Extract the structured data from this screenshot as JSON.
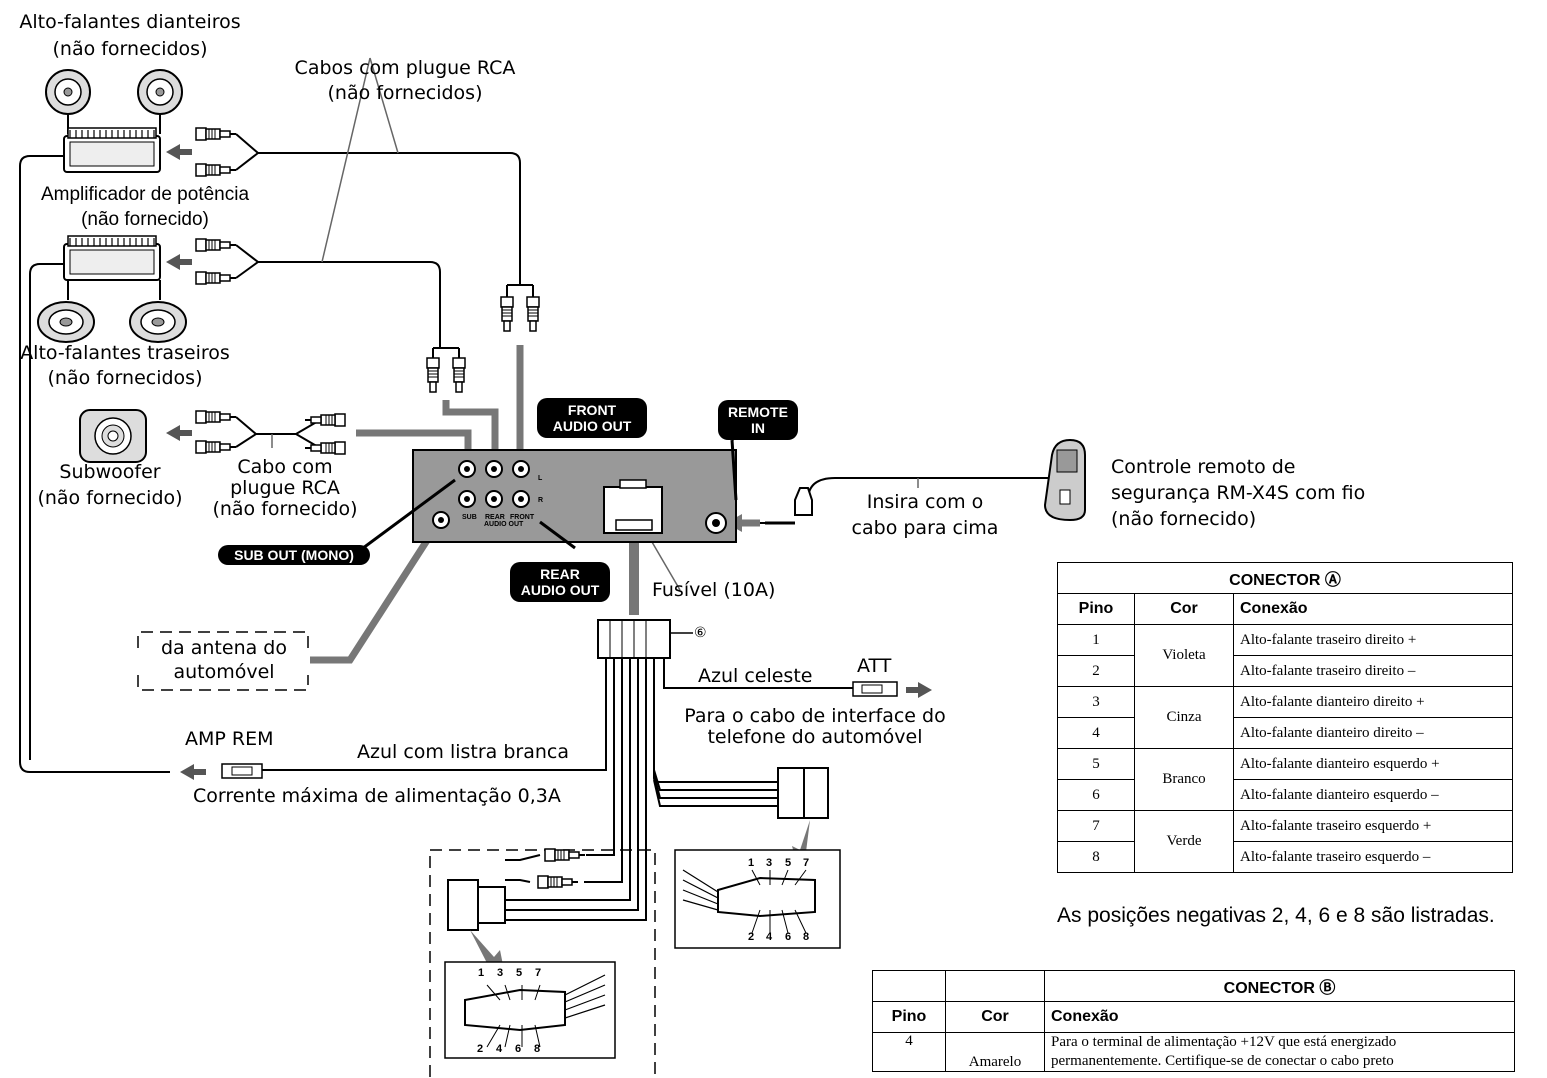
{
  "labels": {
    "front_speakers": "Alto-falantes dianteiros",
    "front_speakers_note": "(não fornecidos)",
    "rca_cables": "Cabos com plugue RCA",
    "rca_cables_note": "(não fornecidos)",
    "power_amp": "Amplificador de potência",
    "power_amp_note": "(não fornecido)",
    "rear_speakers": "Alto-falantes traseiros",
    "rear_speakers_note": "(não fornecidos)",
    "subwoofer": "Subwoofer",
    "subwoofer_note": "(não fornecido)",
    "rca_cable_1": "Cabo com",
    "rca_cable_2": "plugue RCA",
    "rca_cable_3": "(não fornecido)",
    "antenna_1": "da antena do",
    "antenna_2": "automóvel",
    "amp_rem": "AMP REM",
    "blue_white": "Azul com listra branca",
    "max_current": "Corrente máxima de alimentação 0,3A",
    "fuse": "Fusível (10A)",
    "sky_blue": "Azul celeste",
    "att": "ATT",
    "phone_1": "Para o cabo de interface do",
    "phone_2": "telefone do automóvel",
    "insert_1": "Insira com o",
    "insert_2": "cabo para cima",
    "remote_1": "Controle remoto de",
    "remote_2": "segurança RM-X4S com fio",
    "remote_3": "(não fornecido)",
    "front_audio_out_1": "FRONT",
    "front_audio_out_2": "AUDIO OUT",
    "remote_in_1": "REMOTE",
    "remote_in_2": "IN",
    "sub_out": "SUB OUT (MONO)",
    "rear_audio_out_1": "REAR",
    "rear_audio_out_2": "AUDIO OUT",
    "jack_l": "L",
    "jack_r": "R",
    "jack_sub": "SUB",
    "jack_rear": "REAR",
    "jack_front": "FRONT",
    "jack_audio_out": "AUDIO OUT",
    "ref_6": "⑥",
    "negative_note": "As posições negativas 2, 4, 6 e 8 são listradas."
  },
  "pin_numbers": {
    "top": [
      "1",
      "3",
      "5",
      "7"
    ],
    "bottom": [
      "2",
      "4",
      "6",
      "8"
    ]
  },
  "connector_a": {
    "title": "CONECTOR Ⓐ",
    "headers": [
      "Pino",
      "Cor",
      "Conexão"
    ],
    "rows": [
      {
        "pin": "1",
        "conn": "Alto-falante traseiro direito +"
      },
      {
        "pin": "2",
        "conn": "Alto-falante traseiro direito –"
      },
      {
        "pin": "3",
        "conn": "Alto-falante dianteiro direito +"
      },
      {
        "pin": "4",
        "conn": "Alto-falante dianteiro direito –"
      },
      {
        "pin": "5",
        "conn": "Alto-falante dianteiro esquerdo +"
      },
      {
        "pin": "6",
        "conn": "Alto-falante dianteiro esquerdo –"
      },
      {
        "pin": "7",
        "conn": "Alto-falante traseiro esquerdo +"
      },
      {
        "pin": "8",
        "conn": "Alto-falante traseiro esquerdo –"
      }
    ],
    "colors": [
      "Violeta",
      "Cinza",
      "Branco",
      "Verde"
    ]
  },
  "connector_b": {
    "title": "CONECTOR Ⓑ",
    "headers": [
      "Pino",
      "Cor",
      "Conexão"
    ],
    "row_pin": "4",
    "row_color": "Amarelo",
    "row_conn_1": "Para o terminal de alimentação +12V que está energizado",
    "row_conn_2": "permanentemente. Certifique-se de conectar o cabo preto"
  }
}
